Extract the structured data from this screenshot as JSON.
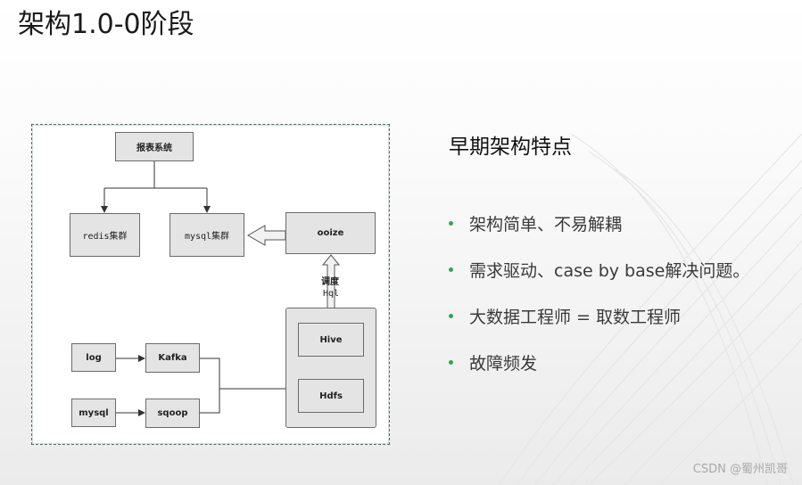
{
  "slide": {
    "title": "架构1.0-0阶段"
  },
  "diagram": {
    "nodes": {
      "report": "报表系统",
      "redis": "redis集群",
      "mysql_cluster": "mysql集群",
      "ooize": "ooize",
      "hive": "Hive",
      "hdfs": "Hdfs",
      "log": "log",
      "kafka": "Kafka",
      "mysql": "mysql",
      "sqoop": "sqoop"
    },
    "edge_label": {
      "line1": "调度",
      "line2": "Hql"
    }
  },
  "panel": {
    "heading": "早期架构特点",
    "bullets": [
      "架构简单、不易解耦",
      "需求驱动、case by base解决问题。",
      "大数据工程师 = 取数工程师",
      "故障频发"
    ],
    "bullet_color": "#2fa84f"
  },
  "watermark": "CSDN @蜀州凯哥"
}
